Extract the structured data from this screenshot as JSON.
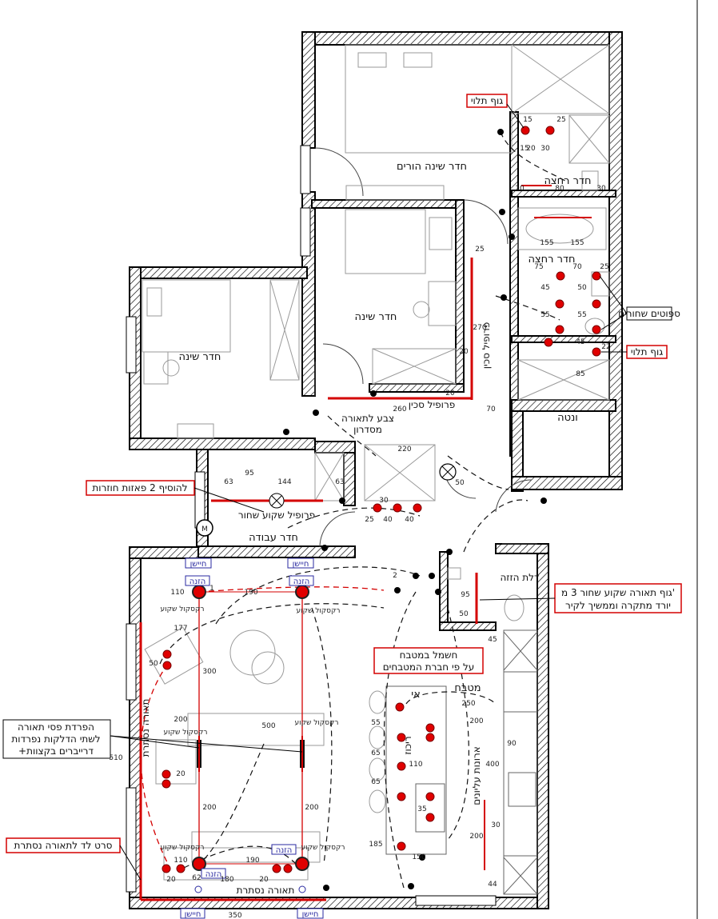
{
  "rooms": {
    "parents_bedroom": "חדר שינה הורים",
    "bedroom_1": "חדר שינה",
    "bedroom_2": "חדר שינה",
    "work_room": "חדר עבודה",
    "bathroom_1": "חדר רחצה",
    "bathroom_2": "חדר רחצה",
    "sauna": "ונטה",
    "kitchen": "מטבח",
    "kitchen_island": "אי"
  },
  "notes": {
    "pendant_top": "גוף תלוי",
    "pendant_bottom": "גוף תלוי",
    "black_spots": "ספוטים שחורים",
    "add_2_phases": "להוסיף 2 פאזות חוזרות",
    "black_track_profile": "פרופיל שקוע שחור",
    "light_body_line1": "גוף תאורה שקוע שחור 3 מ'",
    "light_body_line2": "יורד מתקרה וממשיך לקיר",
    "kitchen_elec_line1": "חשמל במטבח",
    "kitchen_elec_line2": "על פי חברת המטבחים",
    "separation_line1": "הפרדת פסי תאורה",
    "separation_line2": "לשתי הדלקות נפרדות",
    "separation_line3": "+דרייברים בקצוות",
    "led_strip_hidden": "סרט לד לתאורה נסתרת",
    "spine_profile": "פרופיל סכין",
    "spine_profile_vertical": "פרופיל סכין",
    "corridor_color": "צבע לתאורה",
    "corridor_color2": "מסדרון",
    "shower_door": "דלת הזזה",
    "hidden_light_bottom": "תאורה נסתרת",
    "hidden_light_left": "תאורה נסתרת",
    "kitchen_cabinets": "ארונות עליונים",
    "kitchen_under": "ריכוז",
    "recessed": "רקסקול שקוע"
  },
  "tags": {
    "sensor": "חיישן",
    "hanger": "הזנה"
  },
  "dimensions": {
    "d15": "15",
    "d20": "20",
    "d30": "30",
    "d25": "25",
    "d10": "10",
    "d80": "80",
    "d155": "155",
    "d75": "75",
    "d70": "70",
    "d45": "45",
    "d55": "55",
    "d22": "22",
    "d85": "85",
    "d270": "270",
    "d260": "260",
    "d220": "220",
    "d50": "50",
    "d63": "63",
    "d144": "144",
    "d95": "95",
    "d40": "40",
    "d110": "110",
    "d190": "190",
    "d177": "177",
    "d300": "300",
    "d500": "500",
    "d200": "200",
    "d510": "510",
    "d350": "350",
    "d180": "180",
    "d62": "62",
    "d250": "250",
    "d90": "90",
    "d400": "400",
    "d185": "185",
    "d150": "150",
    "d65": "65",
    "d35": "35",
    "d44": "44",
    "d1": "1",
    "d2": "2"
  },
  "colors": {
    "accent": "#d40000",
    "tag_blue": "#2a2aa0",
    "wall": "#000000"
  }
}
